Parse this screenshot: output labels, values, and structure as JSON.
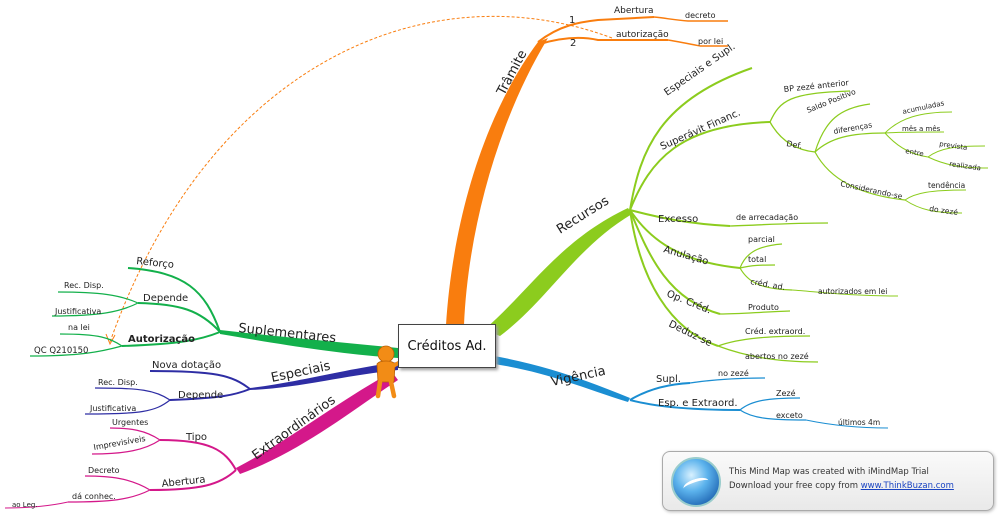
{
  "center": {
    "title": "Créditos Ad."
  },
  "nodes": {
    "tramite": "Trâmite",
    "tramite_1": "1",
    "tramite_2": "2",
    "abertura": "Abertura",
    "decreto": "decreto",
    "autorizacao": "autorização",
    "por_lei": "por lei",
    "recursos": "Recursos",
    "especiais_supl": "Especiais e Supl.",
    "superavit": "Superávit Financ.",
    "bp_zeze": "BP zezé anterior",
    "saldo_positivo": "Saldo Positivo",
    "def": "Def.",
    "diferencas": "diferenças",
    "acumuladas": "acumuladas",
    "mes_a_mes": "mês a mês",
    "entre": "entre",
    "prevista": "prevista",
    "realizada": "realizada",
    "considerando_se": "Considerando-se",
    "tendencia": "tendência",
    "do_zeze": "do zezé",
    "excesso": "Excesso",
    "de_arrecadacao": "de arrecadação",
    "anulacao": "Anulação",
    "parcial": "parcial",
    "total": "total",
    "cred_ad": "créd. ad.",
    "autorizados_em_lei": "autorizados em lei",
    "op_cred": "Op. Créd.",
    "produto": "Produto",
    "deduz_se": "Deduz-se",
    "cred_extraord": "Créd. extraord.",
    "abertos_no_zeze": "abertos no zezé",
    "vigencia": "Vigência",
    "supl": "Supl.",
    "no_zeze": "no zezé",
    "esp_extraord": "Esp. e Extraord.",
    "zeze": "Zezé",
    "exceto": "exceto",
    "ultimos_4m": "últimos 4m",
    "suplementares": "Suplementares",
    "reforco": "Reforço",
    "depende": "Depende",
    "rec_disp": "Rec. Disp.",
    "justificativa": "Justificativa",
    "autorizacao_bold": "Autorização",
    "na_lei": "na lei",
    "qc": "QC Q210150",
    "especiais": "Especiais",
    "nova_dotacao": "Nova dotação",
    "depende2": "Depende",
    "rec_disp2": "Rec. Disp.",
    "justificativa2": "Justificativa",
    "extraordinarios": "Extraordinários",
    "tipo": "Tipo",
    "urgentes": "Urgentes",
    "imprevisiveis": "Imprevisíveis",
    "abertura2": "Abertura",
    "decreto2": "Decreto",
    "da_conhec": "dá conhec.",
    "ao_leg": "ao Leg."
  },
  "trial": {
    "line1": "This Mind Map was created with iMindMap Trial",
    "line2_prefix": "Download your free copy from",
    "link": "www.ThinkBuzan.com"
  },
  "colors": {
    "tramite": "#f97d0e",
    "recursos": "#8ccc1e",
    "vigencia": "#1b8ed2",
    "suplementares": "#13b04b",
    "especiais": "#2e2da4",
    "extraordinarios": "#d4188a"
  }
}
